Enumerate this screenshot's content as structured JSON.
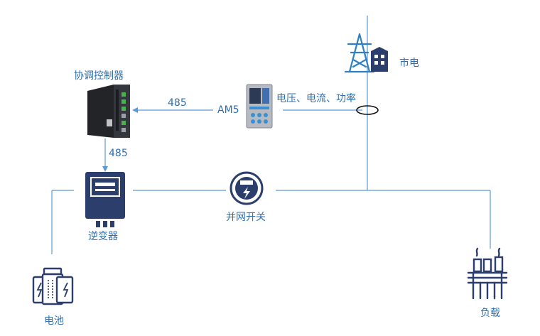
{
  "nodes": {
    "grid": {
      "label": "市电"
    },
    "controller": {
      "label": "协调控制器"
    },
    "meter": {
      "label": "AM5"
    },
    "inverter": {
      "label": "逆变器"
    },
    "switch": {
      "label": "并网开关"
    },
    "battery": {
      "label": "电池"
    },
    "load": {
      "label": "负载"
    }
  },
  "links": {
    "meter_to_controller": "485",
    "controller_to_inverter": "485",
    "measurement": "电压、电流、功率"
  },
  "colors": {
    "line": "#5b9bd5",
    "label": "#2f6fb0",
    "icon_dark": "#2c3e6b",
    "icon_blue": "#2f7fc1"
  }
}
